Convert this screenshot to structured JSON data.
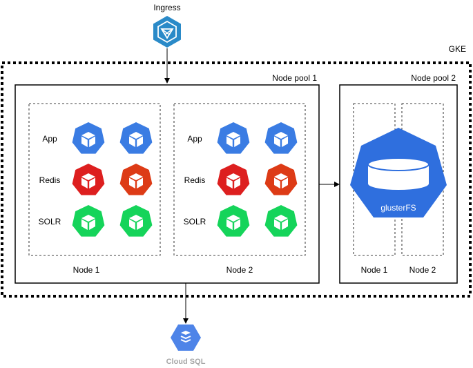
{
  "ingress": {
    "label": "Ingress"
  },
  "gke": {
    "label": "GKE"
  },
  "pools": [
    {
      "label": "Node pool 1",
      "nodes": [
        {
          "label": "Node 1",
          "rows": [
            "App",
            "Redis",
            "SOLR"
          ]
        },
        {
          "label": "Node 2",
          "rows": [
            "App",
            "Redis",
            "SOLR"
          ]
        }
      ]
    },
    {
      "label": "Node pool 2",
      "nodes": [
        {
          "label": "Node 1"
        },
        {
          "label": "Node 2"
        }
      ],
      "storage": {
        "label": "glusterFS"
      }
    }
  ],
  "database": {
    "label": "Cloud SQL"
  },
  "colors": {
    "app": "#3a7ce3",
    "redis_a": "#dd1f1f",
    "redis_b": "#dd3b16",
    "solr": "#15d45a",
    "kube": "#2f6fde",
    "ingress": "#2a8ac8",
    "cloudsql": "#4e84e8"
  },
  "icons": [
    "ingress-icon",
    "kubernetes-pod-icon",
    "glusterfs-storage-icon",
    "cloud-sql-icon"
  ]
}
